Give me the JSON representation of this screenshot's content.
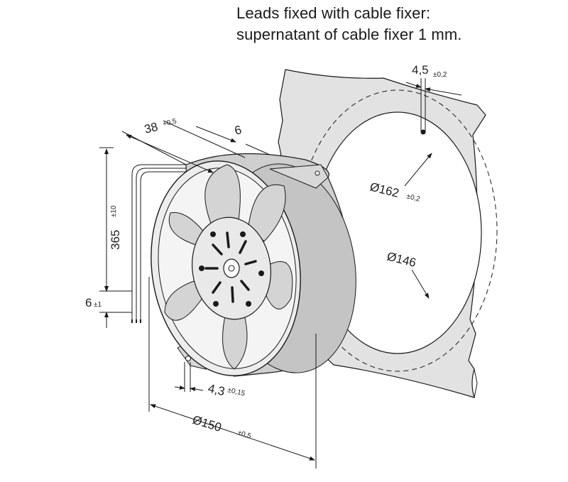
{
  "note": {
    "line1": "Leads fixed with cable fixer:",
    "line2": "supernatant of cable fixer 1 mm."
  },
  "dimensions": {
    "depth": {
      "value": "38",
      "tol": "+0,5"
    },
    "flange": {
      "value": "6"
    },
    "lead_length": {
      "value": "365",
      "tol": "±10"
    },
    "lead_strip": {
      "value": "6",
      "tol": "±1"
    },
    "hole_dia": {
      "value": "4,3",
      "tol": "±0,15"
    },
    "fan_dia": {
      "value": "Ø150",
      "tol": "±0,5"
    },
    "hole_circle": {
      "value": "Ø162",
      "tol": "±0,2"
    },
    "cutout_dia": {
      "value": "Ø146"
    },
    "panel_hole": {
      "value": "4,5",
      "tol": "±0,2"
    }
  },
  "colors": {
    "line": "#1a1a1a",
    "panel": "#e2e2e2",
    "fan_face": "#ededed",
    "housing": "#cfcfcf",
    "blade": "#b8b8b8"
  }
}
